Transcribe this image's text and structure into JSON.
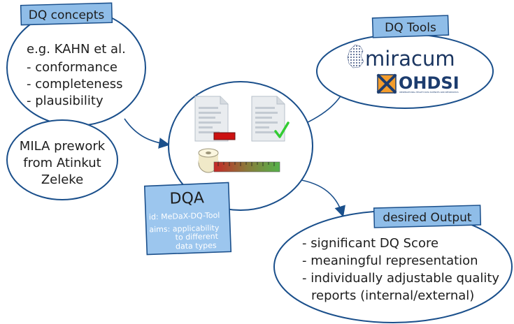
{
  "concepts": {
    "label": "DQ concepts",
    "lines": [
      "e.g. KAHN et al.",
      "- conformance",
      "- completeness",
      "- plausibility"
    ]
  },
  "mila": {
    "lines": [
      "MILA prework",
      "from Atinkut",
      "Zeleke"
    ]
  },
  "tools": {
    "label": "DQ Tools",
    "logos": [
      "miracum",
      "OHDSI"
    ],
    "ohdsi_tagline": "OBSERVATIONAL HEALTH DATA SCIENCES AND INFORMATICS"
  },
  "dqa": {
    "title": "DQA",
    "id_line": "id: MeDaX-DQ-Tool",
    "aims_lines": [
      "aims: applicability",
      "to different",
      "data types"
    ]
  },
  "output": {
    "label": "desired Output",
    "lines": [
      "- significant DQ Score",
      "- meaningful representation",
      "- individually adjustable quality",
      "reports (internal/external)"
    ]
  },
  "icons": [
    "document-fail-icon",
    "document-check-icon",
    "measuring-tape-icon",
    "germany-map-icon",
    "ohdsi-logo-icon"
  ],
  "colors": {
    "outline": "#1a4f8b",
    "label_fill": "#8fbde8",
    "card_fill": "#9cc6ee",
    "text": "#1d1d1d",
    "miracum_text": "#1a3560",
    "ohdsi_orange": "#f39c2b",
    "ohdsi_blue": "#1c3c6e",
    "fail_red": "#cc1111",
    "check_green": "#33cc33"
  }
}
